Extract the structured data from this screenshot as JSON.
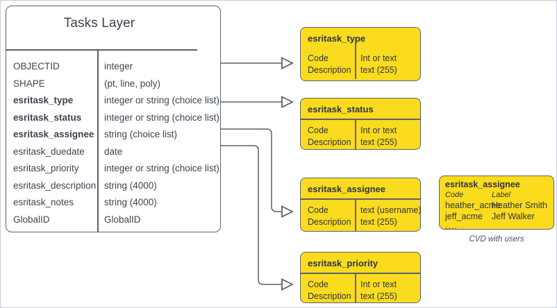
{
  "main_entity": {
    "title": "Tasks Layer",
    "fields": [
      {
        "name": "OBJECTID",
        "type": "integer",
        "bold": false
      },
      {
        "name": "SHAPE",
        "type": "(pt, line, poly)",
        "bold": false
      },
      {
        "name": "esritask_type",
        "type": "integer or string (choice list)",
        "bold": true
      },
      {
        "name": "esritask_status",
        "type": "integer or string (choice list)",
        "bold": true
      },
      {
        "name": "esritask_assignee",
        "type": "string (choice list)",
        "bold": true
      },
      {
        "name": "esritask_duedate",
        "type": "date",
        "bold": false
      },
      {
        "name": "esritask_priority",
        "type": "integer or string (choice list)",
        "bold": false
      },
      {
        "name": "esritask_description",
        "type": "string (4000)",
        "bold": false
      },
      {
        "name": "esritask_notes",
        "type": "string (4000)",
        "bold": false
      },
      {
        "name": "GlobalID",
        "type": "GlobalID",
        "bold": false
      }
    ]
  },
  "domain_tables": [
    {
      "title": "esritask_type",
      "code_label": "Code",
      "description_label": "Description",
      "code_type": "Int or text",
      "description_type": "text (255)"
    },
    {
      "title": "esritask_status",
      "code_label": "Code",
      "description_label": "Description",
      "code_type": "Int or text",
      "description_type": "text (255)"
    },
    {
      "title": "esritask_assignee",
      "code_label": "Code",
      "description_label": "Description",
      "code_type": "text  (username)",
      "description_type": "text (255)"
    },
    {
      "title": "esritask_priority",
      "code_label": "Code",
      "description_label": "Description",
      "code_type": "Int or text",
      "description_type": "text (255)"
    }
  ],
  "users_example": {
    "title": "esritask_assignee",
    "header_code": "Code",
    "header_label": "Label",
    "rows": [
      {
        "code": "heather_acme",
        "label": "Heather Smith"
      },
      {
        "code": "jeff_acme",
        "label": "Jeff Walker"
      }
    ],
    "ellipsis": "....",
    "caption": "CVD with users"
  },
  "colors": {
    "domain_fill": "#fadb1d",
    "stroke": "#59616e",
    "text": "#3c4450",
    "page_border": "#c8ccd4"
  }
}
